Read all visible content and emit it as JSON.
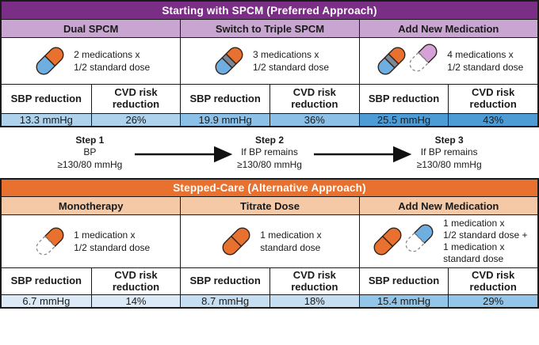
{
  "colors": {
    "purple_dark": "#7B2E85",
    "purple_light": "#C9A6D1",
    "orange_dark": "#E8712F",
    "peach_light": "#F5C9A6",
    "border": "#1a1a1a",
    "top_value_bgs": [
      "#AED1EC",
      "#8CC0E6",
      "#4E9CD5"
    ],
    "bottom_value_bgs": [
      "#DCEAF7",
      "#C6DEF2",
      "#92C5E8"
    ],
    "pill_orange": "#E8712F",
    "pill_blue": "#6FAEE0",
    "pill_gray": "#7C8795",
    "pill_pink": "#D4A2D8"
  },
  "labels": {
    "sbp": "SBP reduction",
    "cvd": "CVD risk reduction"
  },
  "top": {
    "title": "Starting with SPCM (Preferred Approach)",
    "columns": [
      {
        "header": "Dual SPCM",
        "dose": "2 medications x\n1/2 standard dose",
        "icon": "pill-two-segment-orange-blue",
        "sbp_value": "13.3 mmHg",
        "cvd_value": "26%"
      },
      {
        "header": "Switch to Triple SPCM",
        "dose": "3 medications x\n1/2 standard dose",
        "icon": "pill-three-segment-orange-gray-blue",
        "sbp_value": "19.9 mmHg",
        "cvd_value": "36%"
      },
      {
        "header": "Add New Medication",
        "dose": "4 medications x\n1/2 standard dose",
        "icon": "pill-three-segment-orange-gray-blue + pill-pink-half-dashed",
        "sbp_value": "25.5 mmHg",
        "cvd_value": "43%"
      }
    ]
  },
  "steps": [
    {
      "title": "Step 1",
      "line1": "BP",
      "line2": "≥130/80 mmHg"
    },
    {
      "title": "Step 2",
      "line1": "If BP remains",
      "line2": "≥130/80 mmHg"
    },
    {
      "title": "Step 3",
      "line1": "If BP remains",
      "line2": "≥130/80 mmHg"
    }
  ],
  "bottom": {
    "title": "Stepped-Care (Alternative Approach)",
    "columns": [
      {
        "header": "Monotherapy",
        "dose": "1 medication x\n1/2 standard dose",
        "icon": "pill-orange-half-dashed",
        "sbp_value": "6.7 mmHg",
        "cvd_value": "14%"
      },
      {
        "header": "Titrate Dose",
        "dose": "1 medication x\nstandard dose",
        "icon": "pill-full-orange",
        "sbp_value": "8.7 mmHg",
        "cvd_value": "18%"
      },
      {
        "header": "Add New Medication",
        "dose": "1 medication x\n1/2 standard dose +\n1 medication x\nstandard dose",
        "icon": "pill-full-orange + pill-blue-half-dashed",
        "sbp_value": "15.4 mmHg",
        "cvd_value": "29%"
      }
    ]
  }
}
